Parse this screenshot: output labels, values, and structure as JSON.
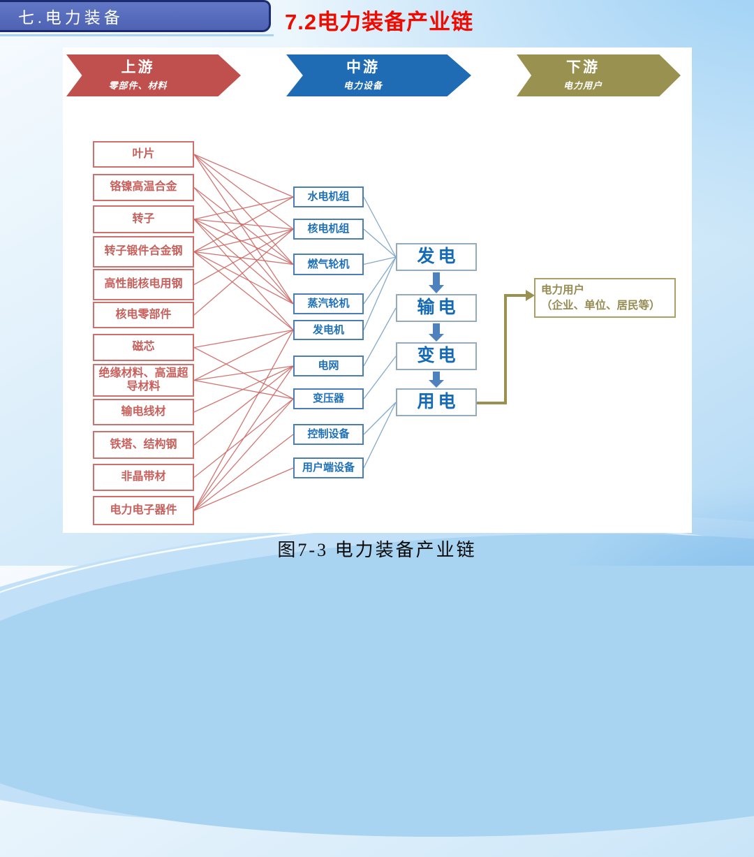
{
  "header": {
    "chapter_tab": "七.电力装备",
    "title": "7.2电力装备产业链"
  },
  "banner": {
    "upstream": {
      "title": "上游",
      "subtitle": "零部件、材料",
      "color": "#c0504d"
    },
    "midstream": {
      "title": "中游",
      "subtitle": "电力设备",
      "color": "#1f6cb5"
    },
    "downstream": {
      "title": "下游",
      "subtitle": "电力用户",
      "color": "#99914f"
    }
  },
  "upstream_items": [
    "叶片",
    "铬镍高温合金",
    "转子",
    "转子锻件合金钢",
    "高性能核电用钢",
    "核电零部件",
    "磁芯",
    "绝缘材料、高温超导材料",
    "输电线材",
    "铁塔、结构钢",
    "非晶带材",
    "电力电子器件"
  ],
  "midstream_items": [
    "水电机组",
    "核电机组",
    "燃气轮机",
    "蒸汽轮机",
    "发电机",
    "电网",
    "变压器",
    "控制设备",
    "用户端设备"
  ],
  "flow_stages": [
    "发电",
    "输电",
    "变电",
    "用电"
  ],
  "downstream_user": {
    "line1": "电力用户",
    "line2": "（企业、单位、居民等）"
  },
  "caption": "图7-3 电力装备产业链",
  "colors": {
    "upstream_red": "#c0504d",
    "midstream_blue": "#1f6cb5",
    "downstream_olive": "#99914f",
    "title_red": "#ee0b00",
    "chapter_tab_fill": "#5366bb",
    "link_red": "#cd6763",
    "link_blue": "#83a9cc",
    "flow_arrow_blue": "#4f81bd"
  },
  "links": {
    "upstream_to_midstream": [
      [
        0,
        0
      ],
      [
        0,
        1
      ],
      [
        0,
        2
      ],
      [
        0,
        3
      ],
      [
        1,
        2
      ],
      [
        1,
        3
      ],
      [
        2,
        0
      ],
      [
        2,
        1
      ],
      [
        2,
        2
      ],
      [
        2,
        3
      ],
      [
        2,
        4
      ],
      [
        3,
        0
      ],
      [
        3,
        1
      ],
      [
        3,
        2
      ],
      [
        3,
        3
      ],
      [
        3,
        4
      ],
      [
        4,
        1
      ],
      [
        5,
        1
      ],
      [
        6,
        4
      ],
      [
        6,
        6
      ],
      [
        7,
        4
      ],
      [
        7,
        5
      ],
      [
        7,
        6
      ],
      [
        8,
        5
      ],
      [
        9,
        5
      ],
      [
        10,
        6
      ],
      [
        11,
        4
      ],
      [
        11,
        5
      ],
      [
        11,
        6
      ],
      [
        11,
        7
      ],
      [
        11,
        8
      ]
    ],
    "midstream_to_stage": [
      [
        0,
        0
      ],
      [
        1,
        0
      ],
      [
        2,
        0
      ],
      [
        3,
        0
      ],
      [
        4,
        0
      ],
      [
        5,
        1
      ],
      [
        6,
        2
      ],
      [
        7,
        3
      ],
      [
        8,
        3
      ]
    ],
    "stage_flow": [
      "发电→输电",
      "输电→变电",
      "变电→用电"
    ],
    "stage_to_user": "用电→电力用户"
  }
}
